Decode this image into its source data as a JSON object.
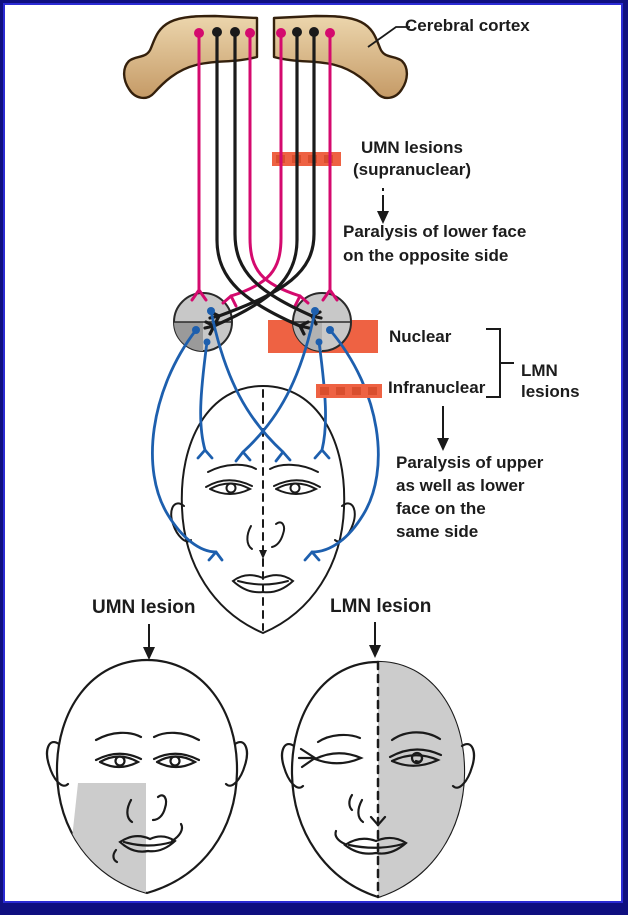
{
  "labels": {
    "cerebral_cortex": "Cerebral cortex",
    "umn_lesions": "UMN lesions\n(supranuclear)",
    "umn_effect": "Paralysis of lower face\non the opposite side",
    "nuclear": "Nuclear",
    "infranuclear": "Infranuclear",
    "lmn_lesions": "LMN\nlesions",
    "lmn_effect": "Paralysis of upper\nas well as lower\nface on the\nsame side",
    "umn_lesion_face": "UMN lesion",
    "lmn_lesion_face": "LMN lesion"
  },
  "colors": {
    "frame_navy": "#0f0f80",
    "frame_inner_blue": "#2b2bd4",
    "cortex_tan": "#d9b88c",
    "umn_fiber_black": "#1a1a1a",
    "corticobulbar_pink": "#d40a6e",
    "lmn_fiber_blue": "#1d5fae",
    "lesion_bar_orange": "#ee6243",
    "lesion_bar_dash": "#d94e2e",
    "nucleus_gray": "#c8c8c8",
    "nucleus_dark_gray": "#9a9a9a",
    "paralysis_shade_gray": "#cccccc"
  }
}
